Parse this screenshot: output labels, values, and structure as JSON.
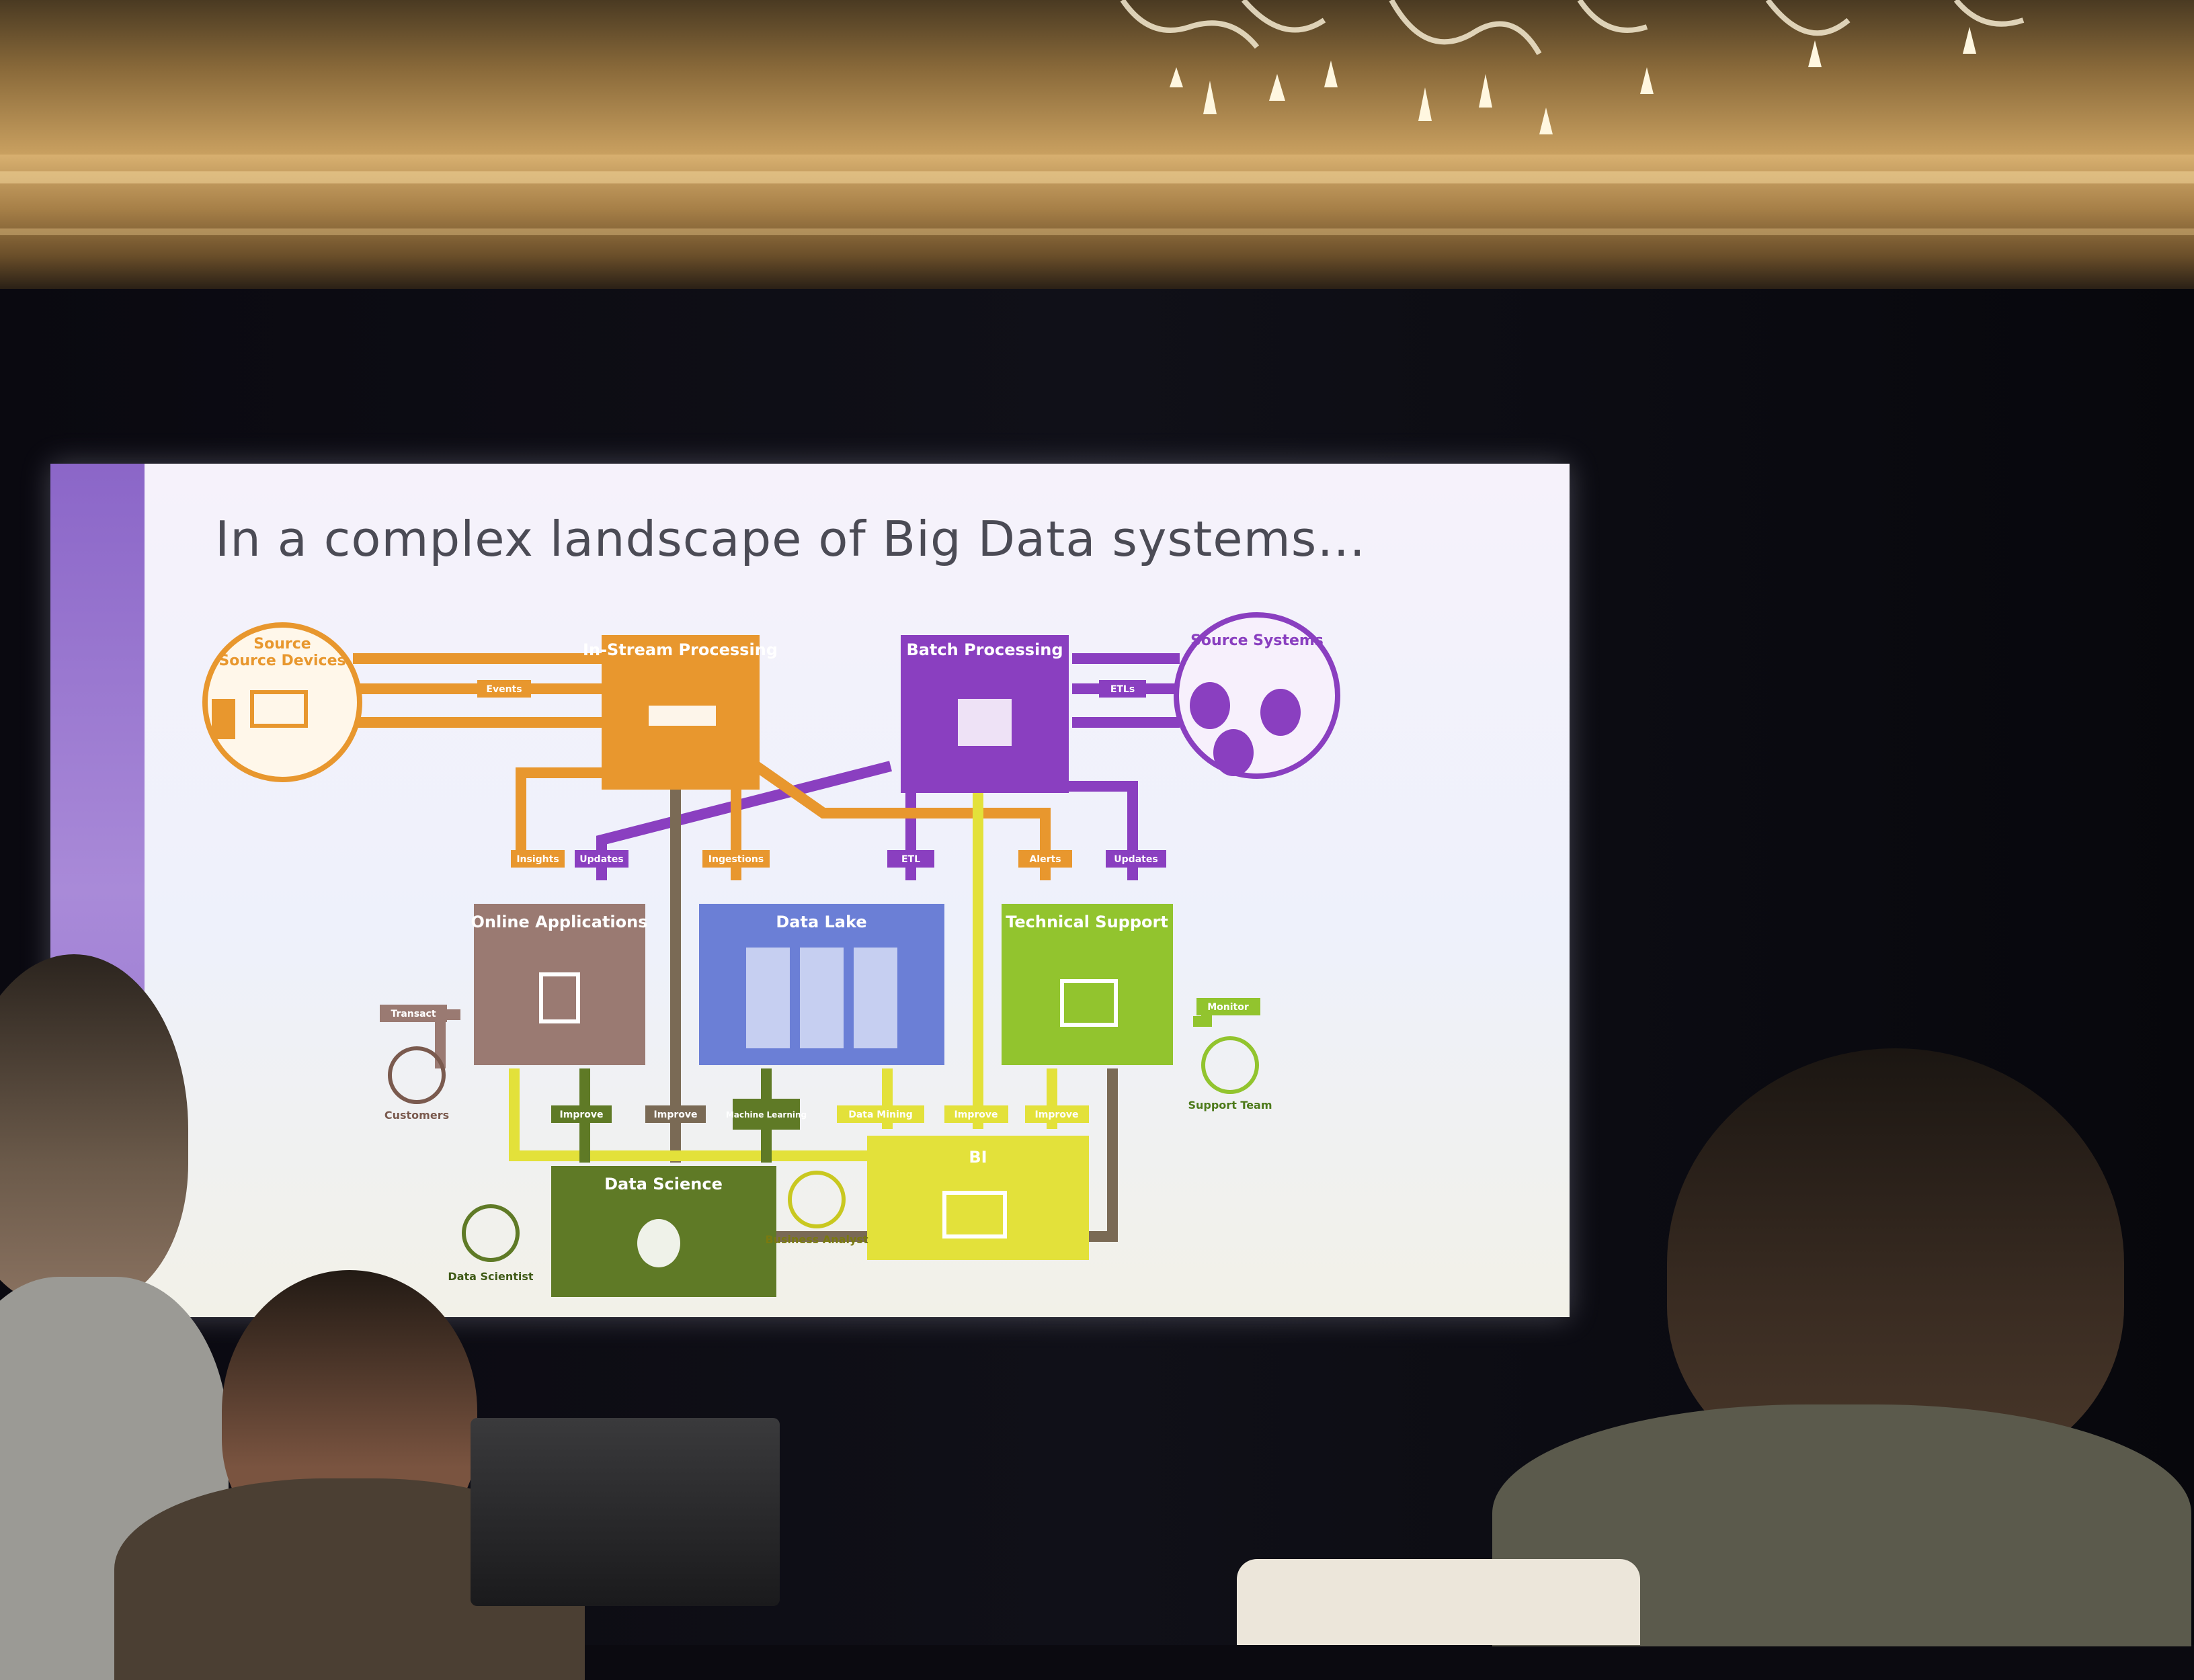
{
  "slide": {
    "title": "In a complex landscape of Big Data systems…"
  },
  "diagram": {
    "nodes": {
      "source_devices": "Source Devices",
      "in_stream": "In-Stream Processing",
      "batch": "Batch Processing",
      "source_systems": "Source Systems",
      "online_apps": "Online Applications",
      "data_lake": "Data Lake",
      "tech_support": "Technical Support",
      "data_science": "Data Science",
      "bi": "BI"
    },
    "actors": {
      "customers": "Customers",
      "support_team": "Support Team",
      "data_scientist": "Data Scientist",
      "business_analyst": "Business Analyst"
    },
    "labels": {
      "events": "Events",
      "etls": "ETLs",
      "insights": "Insights",
      "updates_1": "Updates",
      "ingestions": "Ingestions",
      "etl": "ETL",
      "alerts": "Alerts",
      "updates_2": "Updates",
      "transact": "Transact",
      "monitor": "Monitor",
      "improve_1": "Improve",
      "improve_2": "Improve",
      "machine_learning": "Machine Learning",
      "data_mining": "Data Mining",
      "improve_3": "Improve",
      "improve_4": "Improve"
    },
    "colors": {
      "orange": "#e8972e",
      "purple": "#8a3fc0",
      "blue": "#6b7fd6",
      "brown": "#9a7a72",
      "green": "#92c42e",
      "olive": "#5f7a26",
      "yellow": "#e3e13a"
    }
  }
}
